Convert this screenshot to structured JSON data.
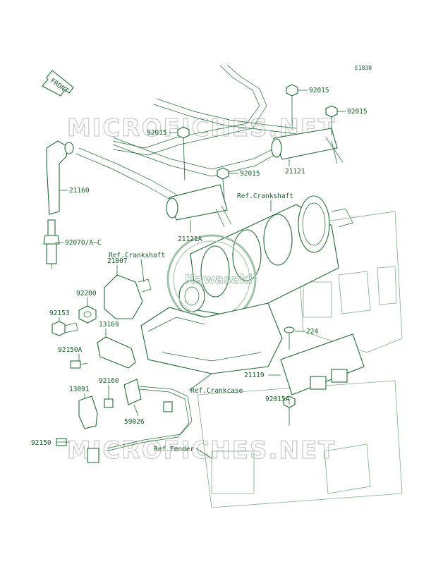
{
  "diagram_code": "E1830",
  "front_label": "FRONT",
  "watermarks": [
    "MICROFICHES.NET",
    "MICROFICHES.NET"
  ],
  "center_logo": "Kawasaki",
  "callouts": [
    {
      "id": "92015",
      "part": "bolt-top-right-1"
    },
    {
      "id": "92015",
      "part": "bolt-top-right-2"
    },
    {
      "id": "92015",
      "part": "bolt-top-left"
    },
    {
      "id": "92015",
      "part": "bolt-mid"
    },
    {
      "id": "21160",
      "part": "plug-cap"
    },
    {
      "id": "21121",
      "part": "coil-right"
    },
    {
      "id": "21121A",
      "part": "coil-left"
    },
    {
      "id": "92070/A~C",
      "part": "spark-plug"
    },
    {
      "id": "21007",
      "part": "rotor"
    },
    {
      "id": "92200",
      "part": "washer"
    },
    {
      "id": "92153",
      "part": "rotor-bolt"
    },
    {
      "id": "13169",
      "part": "plate"
    },
    {
      "id": "92150A",
      "part": "plate-bolt"
    },
    {
      "id": "224",
      "part": "igniter-bolt"
    },
    {
      "id": "21119",
      "part": "igniter"
    },
    {
      "id": "92160",
      "part": "damper"
    },
    {
      "id": "13091",
      "part": "bracket"
    },
    {
      "id": "59026",
      "part": "pickup-coil"
    },
    {
      "id": "92015A",
      "part": "igniter-bolt-lower"
    },
    {
      "id": "92150",
      "part": "bracket-bolt"
    }
  ],
  "references": {
    "crankshaft_top": "Ref.Crankshaft",
    "crankshaft_left": "Ref.Crankshaft",
    "crankcase": "Ref.Crankcase",
    "fender": "Ref.Fender"
  }
}
